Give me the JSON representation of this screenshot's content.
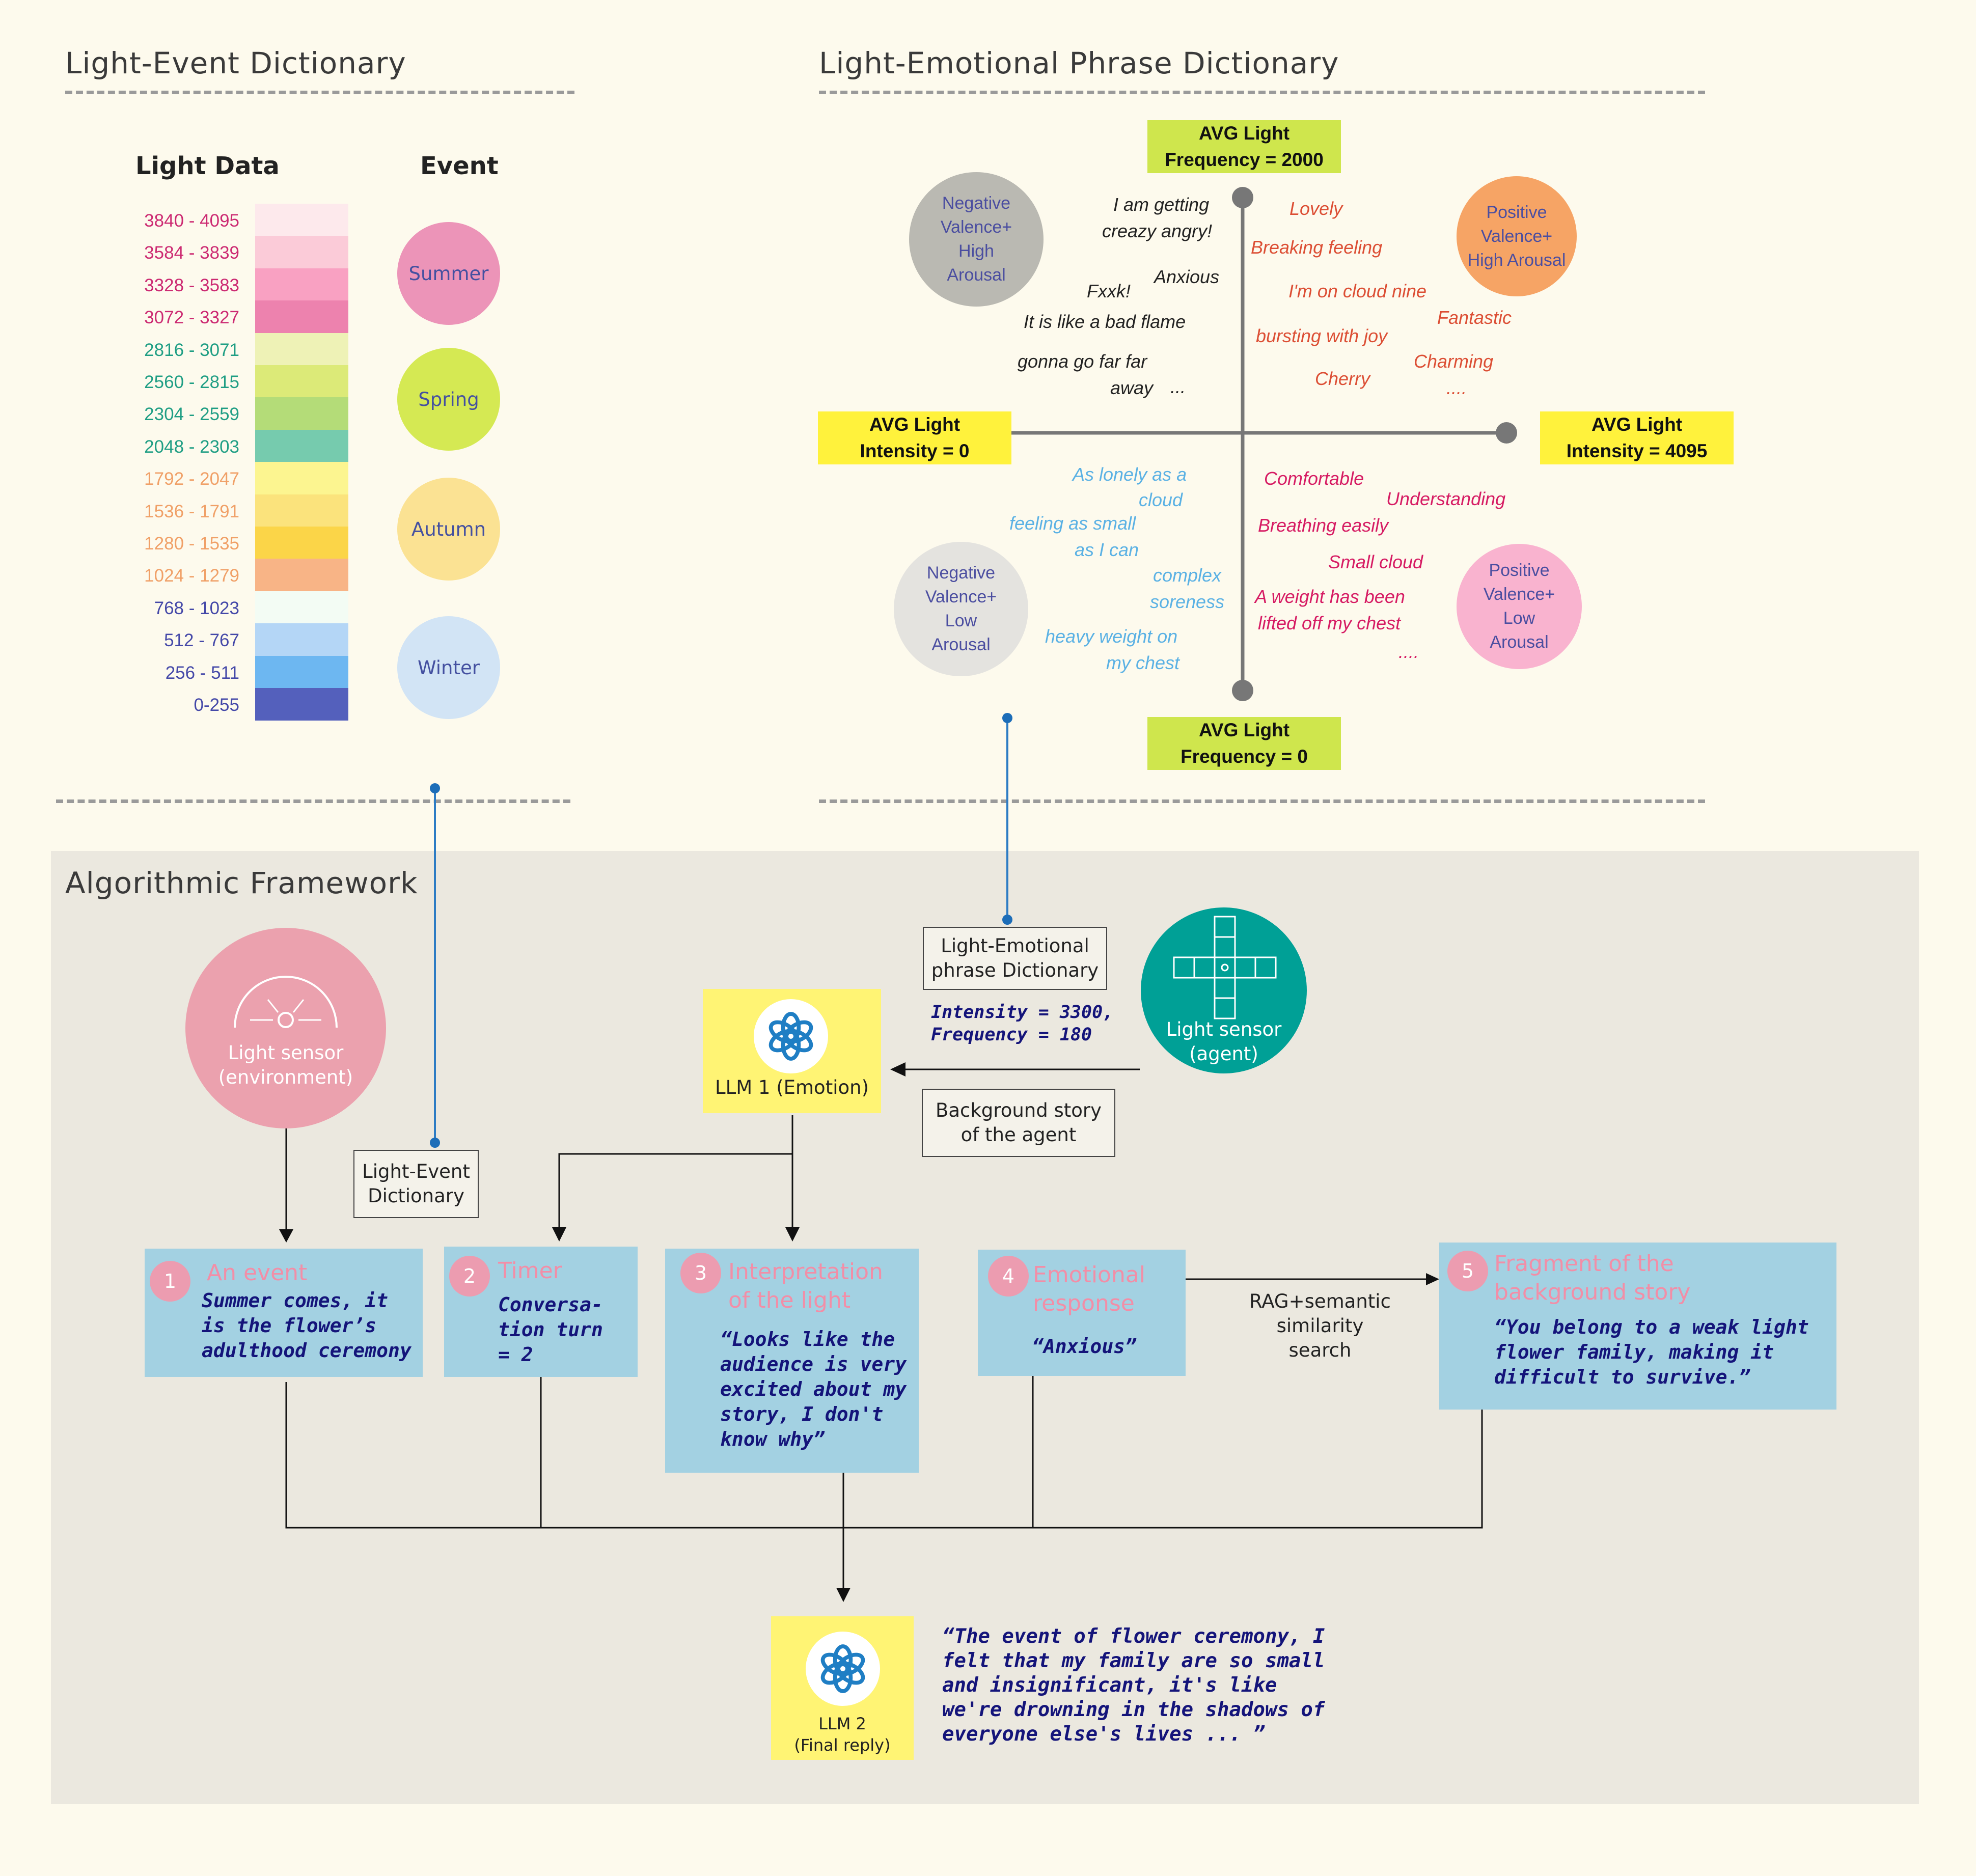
{
  "sections": {
    "light_event_title": "Light-Event Dictionary",
    "phrase_dict_title": "Light-Emotional Phrase Dictionary",
    "framework_title": "Algorithmic Framework"
  },
  "light_event": {
    "col_light": "Light Data",
    "col_event": "Event",
    "ranges": [
      {
        "label": "3840 - 4095",
        "color": "#fde9ec",
        "text_color": "#cc2a72"
      },
      {
        "label": "3584 - 3839",
        "color": "#fbcbd8",
        "text_color": "#cc2a72"
      },
      {
        "label": "3328 - 3583",
        "color": "#f9a1c2",
        "text_color": "#cc2a72"
      },
      {
        "label": "3072 - 3327",
        "color": "#ed82ae",
        "text_color": "#cc2a72"
      },
      {
        "label": "2816 - 3071",
        "color": "#eef2b6",
        "text_color": "#1f9e84"
      },
      {
        "label": "2560 - 2815",
        "color": "#dcea78",
        "text_color": "#1f9e84"
      },
      {
        "label": "2304 - 2559",
        "color": "#b4dc78",
        "text_color": "#1f9e84"
      },
      {
        "label": "2048 - 2303",
        "color": "#76cbae",
        "text_color": "#1f9e84"
      },
      {
        "label": "1792 - 2047",
        "color": "#fcf590",
        "text_color": "#f0a067"
      },
      {
        "label": "1536 - 1791",
        "color": "#fbe37c",
        "text_color": "#f0a067"
      },
      {
        "label": "1280 - 1535",
        "color": "#fbd548",
        "text_color": "#f0a067"
      },
      {
        "label": "1024 - 1279",
        "color": "#f8b486",
        "text_color": "#f0a067"
      },
      {
        "label": "768 - 1023",
        "color": "#f3fcf4",
        "text_color": "#4448a8"
      },
      {
        "label": "512 - 767",
        "color": "#b4d6f6",
        "text_color": "#4448a8"
      },
      {
        "label": "256 - 511",
        "color": "#6db7f1",
        "text_color": "#4448a8"
      },
      {
        "label": "0-255",
        "color": "#5460bc",
        "text_color": "#4448a8"
      }
    ],
    "events": [
      {
        "label": "Summer",
        "color": "#ec94b8"
      },
      {
        "label": "Spring",
        "color": "#d5e953"
      },
      {
        "label": "Autumn",
        "color": "#fbe293"
      },
      {
        "label": "Winter",
        "color": "#d2e4f5"
      }
    ]
  },
  "phrase_dict": {
    "freq_high": [
      "AVG Light",
      "Frequency = 2000"
    ],
    "freq_low": [
      "AVG Light",
      "Frequency = 0"
    ],
    "int_low": [
      "AVG Light",
      "Intensity = 0"
    ],
    "int_high": [
      "AVG Light",
      "Intensity = 4095"
    ],
    "quadrants": {
      "neg_high": [
        "Negative",
        "Valence+",
        "High",
        "Arousal"
      ],
      "pos_high": [
        "Positive",
        "Valence+",
        "High Arousal"
      ],
      "neg_low": [
        "Negative",
        "Valence+",
        "Low",
        "Arousal"
      ],
      "pos_low": [
        "Positive",
        "Valence+",
        "Low",
        "Arousal"
      ]
    },
    "phrases_neg_high": [
      "I am getting",
      "creazy angry!",
      "Anxious",
      "Fxxk!",
      "It is like a bad flame",
      "gonna go far far",
      "away",
      "..."
    ],
    "phrases_pos_high": [
      "Lovely",
      "Breaking feeling",
      "I'm on cloud nine",
      "Fantastic",
      "bursting with joy",
      "Charming",
      "Cherry",
      "...."
    ],
    "phrases_neg_low": [
      "As lonely as a",
      "cloud",
      "feeling as small",
      "as I can",
      "complex",
      "soreness",
      "heavy weight on",
      "my chest"
    ],
    "phrases_pos_low": [
      "Comfortable",
      "Understanding",
      "Breathing easily",
      "Small cloud",
      "A weight has been",
      "lifted off my chest",
      "...."
    ]
  },
  "framework": {
    "sensor_env": [
      "Light sensor",
      "(environment)"
    ],
    "sensor_agent": [
      "Light sensor",
      "(agent)"
    ],
    "phrase_dict_box": [
      "Light-Emotional",
      "phrase Dictionary"
    ],
    "event_dict_box": [
      "Light-Event",
      "Dictionary"
    ],
    "background_box": [
      "Background story",
      "of the agent"
    ],
    "agent_reading": [
      "Intensity = 3300,",
      "Frequency = 180"
    ],
    "llm1": "LLM 1 (Emotion)",
    "llm2": [
      "LLM 2",
      "(Final reply)"
    ],
    "rag_label": [
      "RAG+semantic",
      "similarity",
      "search"
    ],
    "steps": [
      {
        "num": "1",
        "title": [
          "An event"
        ],
        "text": [
          "Summer comes, it",
          "is the flower’s",
          "adulthood ceremony"
        ]
      },
      {
        "num": "2",
        "title": [
          "Timer"
        ],
        "text": [
          "Conversa-",
          "tion turn",
          "= 2"
        ]
      },
      {
        "num": "3",
        "title": [
          "Interpretation",
          "of the light"
        ],
        "text": [
          "“Looks like the",
          "audience is very",
          "excited about my",
          "story, I don't",
          "know why”"
        ]
      },
      {
        "num": "4",
        "title": [
          "Emotional",
          "response"
        ],
        "text": [
          "“Anxious”"
        ]
      },
      {
        "num": "5",
        "title": [
          "Fragment of the",
          "background story"
        ],
        "text": [
          "“You belong to a weak light",
          "flower family, making it",
          "difficult to survive.”"
        ]
      }
    ],
    "final_reply": [
      "“The event of flower ceremony, I",
      "felt that my family are so small",
      "and insignificant, it's like",
      "we're drowning in the shadows of",
      "everyone else's lives ... ”"
    ]
  }
}
